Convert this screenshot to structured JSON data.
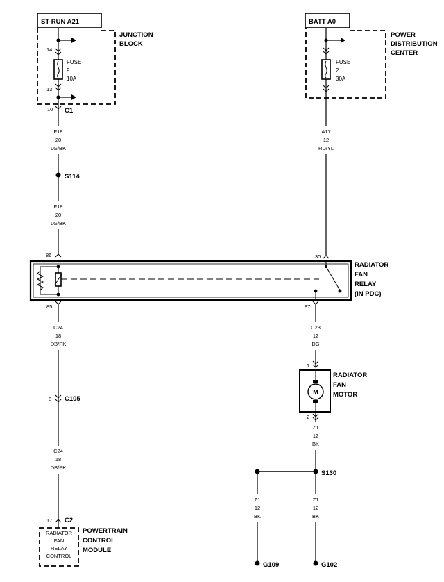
{
  "sources": {
    "st_run": "ST-RUN A21",
    "batt": "BATT A0"
  },
  "components": {
    "junction_block": [
      "JUNCTION",
      "BLOCK"
    ],
    "pdc": [
      "POWER",
      "DISTRIBUTION",
      "CENTER"
    ],
    "relay": [
      "RADIATOR",
      "FAN",
      "RELAY",
      "(IN PDC)"
    ],
    "motor": [
      "RADIATOR",
      "FAN",
      "MOTOR"
    ],
    "pcm": [
      "POWERTRAIN",
      "CONTROL",
      "MODULE"
    ],
    "pcm_inner": [
      "RADIATOR",
      "FAN",
      "RELAY",
      "CONTROL"
    ]
  },
  "fuses": {
    "fuse9": [
      "FUSE",
      "9",
      "10A"
    ],
    "fuse2": [
      "FUSE",
      "2",
      "30A"
    ]
  },
  "pins": {
    "jb_top": "14",
    "jb_bottom": "13",
    "c1_pin": "10",
    "relay_86": "86",
    "relay_85": "85",
    "relay_30": "30",
    "relay_87": "87",
    "c105_pin": "8",
    "pcm_pin": "17",
    "motor_1": "1",
    "motor_2": "2",
    "motor_symbol": "M"
  },
  "connectors": {
    "c1": "C1",
    "c105": "C105",
    "c2": "C2"
  },
  "splices": {
    "s114": "S114",
    "s130": "S130"
  },
  "grounds": {
    "g109": "G109",
    "g102": "G102"
  },
  "wires": {
    "f18_a": [
      "F18",
      "20",
      "LG/BK"
    ],
    "f18_b": [
      "F18",
      "20",
      "LG/BK"
    ],
    "a17": [
      "A17",
      "12",
      "RD/YL"
    ],
    "c24_a": [
      "C24",
      "18",
      "DB/PK"
    ],
    "c24_b": [
      "C24",
      "18",
      "DB/PK"
    ],
    "c23": [
      "C23",
      "12",
      "DG"
    ],
    "z1_motor": [
      "Z1",
      "12",
      "BK"
    ],
    "z1_g109": [
      "Z1",
      "12",
      "BK"
    ],
    "z1_g102": [
      "Z1",
      "12",
      "BK"
    ]
  }
}
